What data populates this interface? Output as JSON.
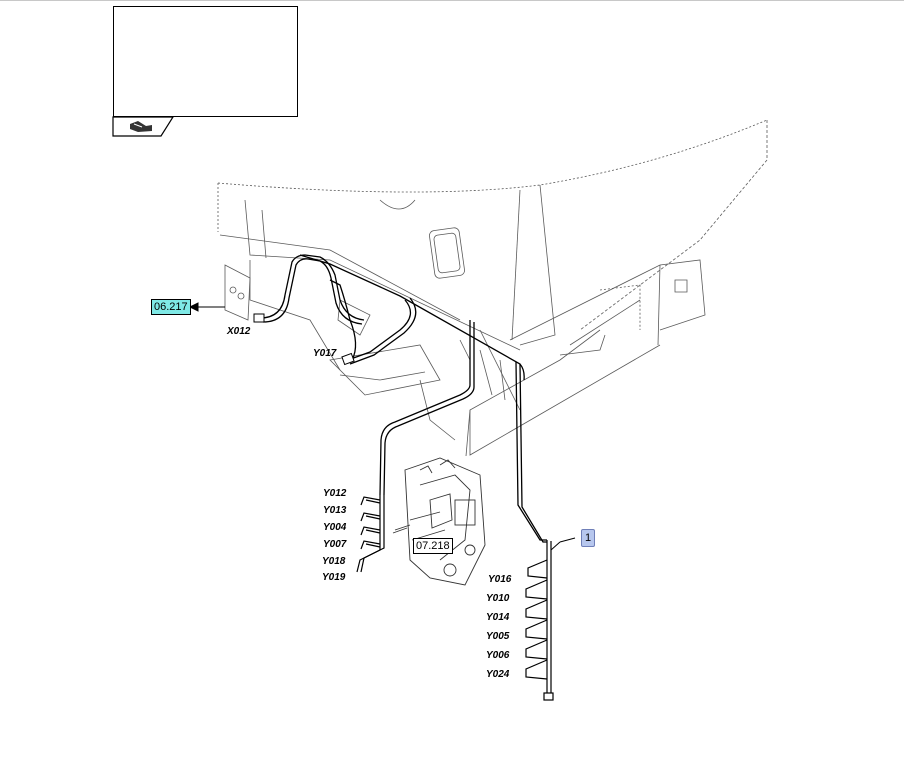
{
  "thumbnail": {
    "icon": "hand-pointer-icon"
  },
  "references": {
    "ref_06217": "06.217",
    "ref_07218": "07.218",
    "callout_1": "1"
  },
  "connectors": {
    "x012": "X012",
    "y017": "Y017",
    "left_group": [
      "Y012",
      "Y013",
      "Y004",
      "Y007",
      "Y018",
      "Y019"
    ],
    "right_group": [
      "Y016",
      "Y010",
      "Y014",
      "Y005",
      "Y006",
      "Y024"
    ]
  }
}
